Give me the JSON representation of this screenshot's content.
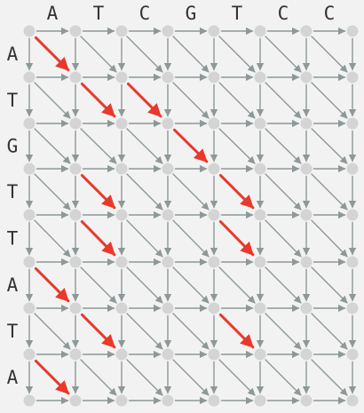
{
  "top_sequence": [
    "A",
    "T",
    "C",
    "G",
    "T",
    "C",
    "C"
  ],
  "left_sequence": [
    "A",
    "T",
    "G",
    "T",
    "T",
    "A",
    "T",
    "A"
  ],
  "match_edges": [
    [
      0,
      0
    ],
    [
      1,
      1
    ],
    [
      2,
      3
    ],
    [
      3,
      4
    ],
    [
      1,
      2
    ],
    [
      3,
      1
    ],
    [
      4,
      1
    ],
    [
      4,
      4
    ],
    [
      5,
      0
    ],
    [
      6,
      1
    ],
    [
      6,
      4
    ],
    [
      7,
      0
    ]
  ],
  "colors": {
    "background": "#f2f2f2",
    "node": "#d4d4d4",
    "edge": "#8e9898",
    "match_edge": "#e8392c",
    "label": "#333333"
  }
}
